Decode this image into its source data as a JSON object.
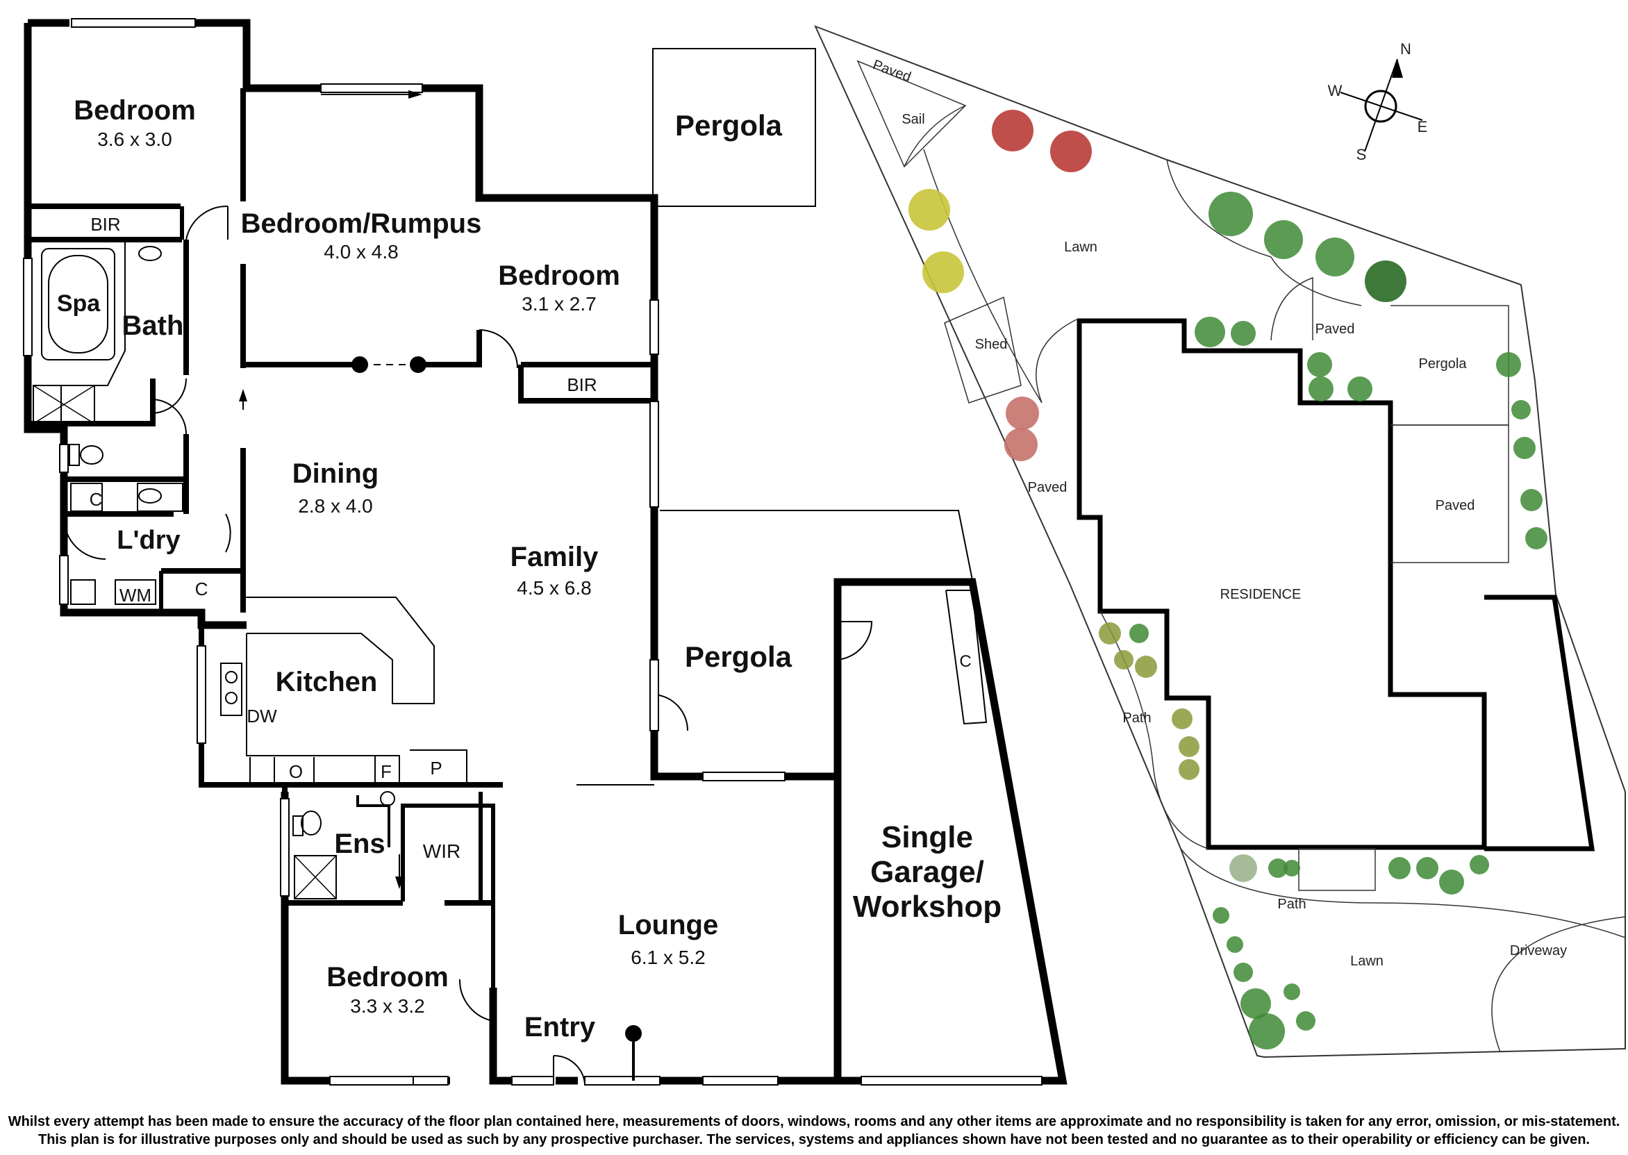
{
  "rooms": {
    "bedroom1": {
      "name": "Bedroom",
      "dim": "3.6 x 3.0"
    },
    "rumpus": {
      "name": "Bedroom/Rumpus",
      "dim": "4.0 x 4.8"
    },
    "bedroom2": {
      "name": "Bedroom",
      "dim": "3.1 x 2.7"
    },
    "bedroom3": {
      "name": "Bedroom",
      "dim": "3.3 x 3.2"
    },
    "dining": {
      "name": "Dining",
      "dim": "2.8 x 4.0"
    },
    "family": {
      "name": "Family",
      "dim": "4.5 x 6.8"
    },
    "lounge": {
      "name": "Lounge",
      "dim": "6.1 x 5.2"
    },
    "kitchen": {
      "name": "Kitchen"
    },
    "pergola_top": {
      "name": "Pergola"
    },
    "pergola_mid": {
      "name": "Pergola"
    },
    "garage": {
      "line1": "Single",
      "line2": "Garage/",
      "line3": "Workshop"
    },
    "bath": {
      "name": "Bath"
    },
    "spa": {
      "name": "Spa"
    },
    "laundry": {
      "name": "L'dry"
    },
    "ensuite": {
      "name": "Ens"
    },
    "entry": {
      "name": "Entry"
    }
  },
  "fixtures": {
    "bir1": "BIR",
    "bir2": "BIR",
    "c_laundry_top": "C",
    "c_laundry_bottom": "C",
    "c_garage": "C",
    "wm": "WM",
    "dw": "DW",
    "o": "O",
    "f": "F",
    "p": "P",
    "wir": "WIR"
  },
  "site": {
    "paved_top": "Paved",
    "sail": "Sail",
    "lawn_top": "Lawn",
    "shed": "Shed",
    "paved_left": "Paved",
    "paved_right_top": "Paved",
    "pergola": "Pergola",
    "paved_right": "Paved",
    "residence": "RESIDENCE",
    "path_left": "Path",
    "path_bottom": "Path",
    "lawn_bottom": "Lawn",
    "driveway": "Driveway"
  },
  "compass": {
    "n": "N",
    "e": "E",
    "s": "S",
    "w": "W"
  },
  "disclaimer": {
    "line1": "Whilst every attempt has been made to ensure the accuracy of the floor plan contained here, measurements of doors, windows, rooms and any other items are approximate and no responsibility is taken for any error, omission, or mis-statement.",
    "line2": "This plan is for illustrative purposes only and should be used as such by any prospective purchaser. The services, systems and appliances shown have not been tested and no guarantee as to their operability or efficiency can be given."
  },
  "colors": {
    "wall": "#000000",
    "plant_green": "#3e8a35",
    "plant_red": "#b5302c",
    "plant_yellow": "#c9c43a"
  }
}
